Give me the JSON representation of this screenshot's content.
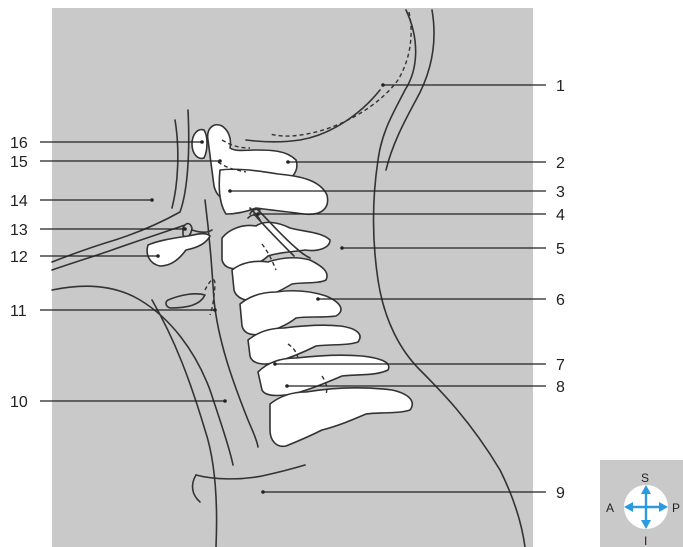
{
  "labels": {
    "l1": "1",
    "l2": "2",
    "l3": "3",
    "l4": "4",
    "l5": "5",
    "l6": "6",
    "l7": "7",
    "l8": "8",
    "l9": "9",
    "l10": "10",
    "l11": "11",
    "l12": "12",
    "l13": "13",
    "l14": "14",
    "l15": "15",
    "l16": "16"
  },
  "compass": {
    "superior": "S",
    "anterior": "A",
    "posterior": "P",
    "inferior": "I"
  },
  "colors": {
    "panel": "#c9c9c9",
    "bone": "#ffffff",
    "ink": "#333333",
    "compass_circle": "#ffffff",
    "compass_arrow": "#2b9be0"
  }
}
